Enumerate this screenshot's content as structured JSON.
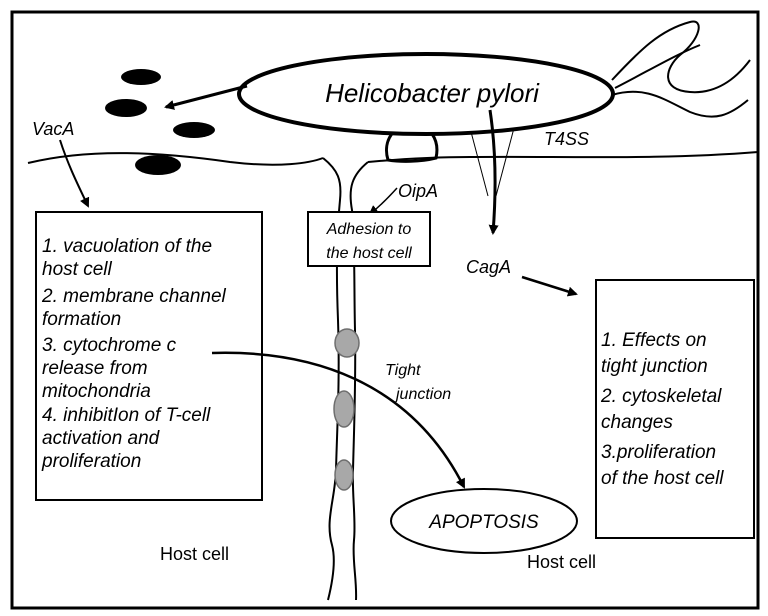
{
  "bacterium": "Helicobacter pylori",
  "labels": {
    "vaca": "VacA",
    "t4ss": "T4SS",
    "oipa": "OipA",
    "caga": "CagA",
    "tight_junction": [
      "Tight",
      "junction"
    ],
    "host_cell_left": "Host cell",
    "host_cell_right": "Host cell",
    "apoptosis": "APOPTOSIS"
  },
  "adhesion_box": [
    "Adhesion to",
    "the host cell"
  ],
  "vaca_effects": [
    "1. vacuolation of the",
    "host cell",
    "2. membrane channel",
    "formation",
    "3. cytochrome c",
    "release from",
    "mitochondria",
    "4. inhibitIon of T-cell",
    "activation and",
    "proliferation"
  ],
  "caga_effects": [
    "1. Effects on",
    "tight junction",
    "2. cytoskeletal",
    "changes",
    "3.proliferation",
    "of the host cell"
  ],
  "colors": {
    "stroke": "#000000",
    "junction_fill": "#a8a8a8",
    "junction_stroke": "#6e6e6e"
  }
}
